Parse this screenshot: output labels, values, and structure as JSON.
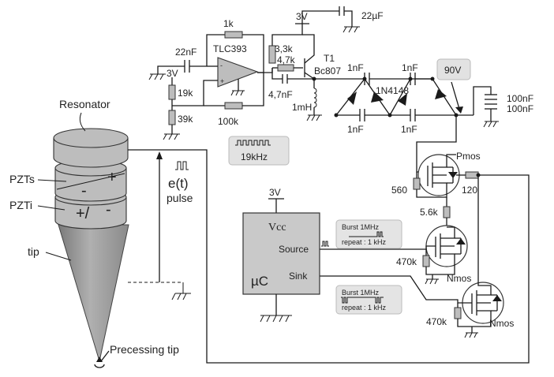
{
  "left": {
    "resonator": "Resonator",
    "pzts": "PZTs",
    "pzti": "PZTi",
    "tip": "tip",
    "precessing_tip": "Precessing tip",
    "pzts_signs": [
      "-",
      "+"
    ],
    "pzti_signs": [
      "+/",
      "-"
    ],
    "pulse_label_1": "e(t)",
    "pulse_label_2": "pulse"
  },
  "oscillator": {
    "cap_22n": "22nF",
    "r_1k": "1k",
    "opamp": "TLC393",
    "supply_3v": "3V",
    "r_19k": "19k",
    "r_39k": "39k",
    "r_100k": "100k",
    "freq": "19kHz"
  },
  "booster": {
    "supply_3v": "3V",
    "cap_22u": "22µF",
    "r_3k3": "3,3k",
    "r_4k7": "4,7k",
    "transistor": "T1",
    "transistor_part": "Bc807",
    "cap_4n7": "4,7nF",
    "inductor": "1mH",
    "cap_1n_a": "1nF",
    "cap_1n_b": "1nF",
    "cap_1n_c": "1nF",
    "cap_1n_d": "1nF",
    "diode": "1N4148",
    "output_voltage": "90V",
    "cap_100n_a": "100nF",
    "cap_100n_b": "100nF"
  },
  "driver": {
    "pmos": "Pmos",
    "r_560": "560",
    "r_120": "120",
    "r_5k6": "5.6k",
    "r_470k_a": "470k",
    "r_470k_b": "470k",
    "nmos_a": "Nmos",
    "nmos_b": "Nmos"
  },
  "mcu": {
    "supply_3v": "3V",
    "vcc": "Vcc",
    "source": "Source",
    "sink": "Sink",
    "name": "µC",
    "burst_1": "Burst 1MHz",
    "repeat_1": "repeat : 1 kHz",
    "burst_2": "Burst 1MHz",
    "repeat_2": "repeat : 1 kHz"
  }
}
